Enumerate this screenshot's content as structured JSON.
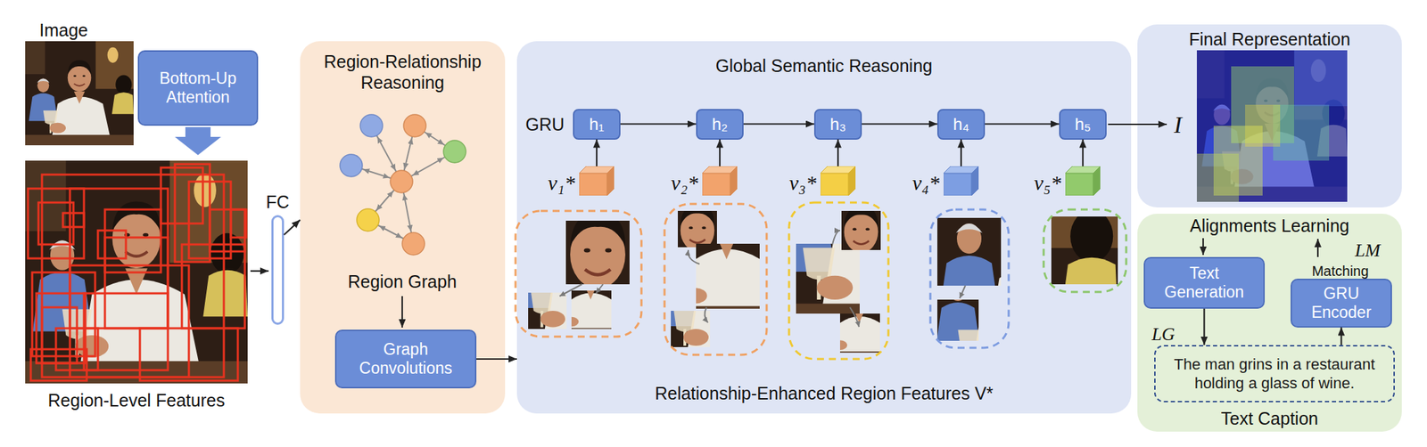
{
  "diagram": {
    "nodes": [
      {
        "text": [
          "Bottom-Up Attention"
        ]
      },
      {
        "text": [
          "FC"
        ]
      },
      {
        "text": [
          "Region-Relationship Reasoning"
        ]
      },
      {
        "text": [
          "Graph Convolutions"
        ],
        "in": 2
      },
      {
        "text": [
          "Global Semantic Reasoning",
          "Relationship-Enhanced Region Features V*"
        ]
      },
      {
        "text": [
          "h₁"
        ],
        "in": 4
      },
      {
        "text": [
          "h₂"
        ],
        "in": 4
      },
      {
        "text": [
          "h₃"
        ],
        "in": 4
      },
      {
        "text": [
          "h₄"
        ],
        "in": 4
      },
      {
        "text": [
          "h₅"
        ],
        "in": 4
      },
      {
        "text": [
          "v₁*"
        ],
        "in": 4
      },
      {
        "text": [
          "v₂*"
        ],
        "in": 4
      },
      {
        "text": [
          "v₃*"
        ],
        "in": 4
      },
      {
        "text": [
          "v₄*"
        ],
        "in": 4
      },
      {
        "text": [
          "v₅*"
        ],
        "in": 4
      },
      {
        "text": [
          "Final Representation"
        ]
      },
      {
        "text": [
          "Alignments Learning",
          "Text Caption"
        ]
      },
      {
        "text": [
          "Text Generation"
        ],
        "in": 16
      },
      {
        "text": [
          "GRU Encoder"
        ],
        "in": 16
      },
      {
        "text": [
          "The man grins in a restaurant holding a glass of wine."
        ],
        "in": 16
      }
    ],
    "edges": [
      {
        "from": 1,
        "to": 2,
        "arrow": "to"
      },
      {
        "from": 3,
        "to": 4,
        "arrow": "to"
      },
      {
        "from": 5,
        "to": 6,
        "arrow": "to"
      },
      {
        "from": 6,
        "to": 7,
        "arrow": "to"
      },
      {
        "from": 7,
        "to": 8,
        "arrow": "to"
      },
      {
        "from": 8,
        "to": 9,
        "arrow": "to"
      },
      {
        "from": 10,
        "to": 5,
        "arrow": "to"
      },
      {
        "from": 11,
        "to": 6,
        "arrow": "to"
      },
      {
        "from": 12,
        "to": 7,
        "arrow": "to"
      },
      {
        "from": 13,
        "to": 8,
        "arrow": "to"
      },
      {
        "from": 14,
        "to": 9,
        "arrow": "to"
      },
      {
        "from": 17,
        "to": 19,
        "arrow": "to"
      },
      {
        "from": 19,
        "to": 18,
        "arrow": "to"
      }
    ],
    "labels": [
      "Image",
      "Region-Level Features",
      "Region Graph",
      "GRU",
      "I",
      "LM",
      "Matching",
      "LG"
    ]
  }
}
